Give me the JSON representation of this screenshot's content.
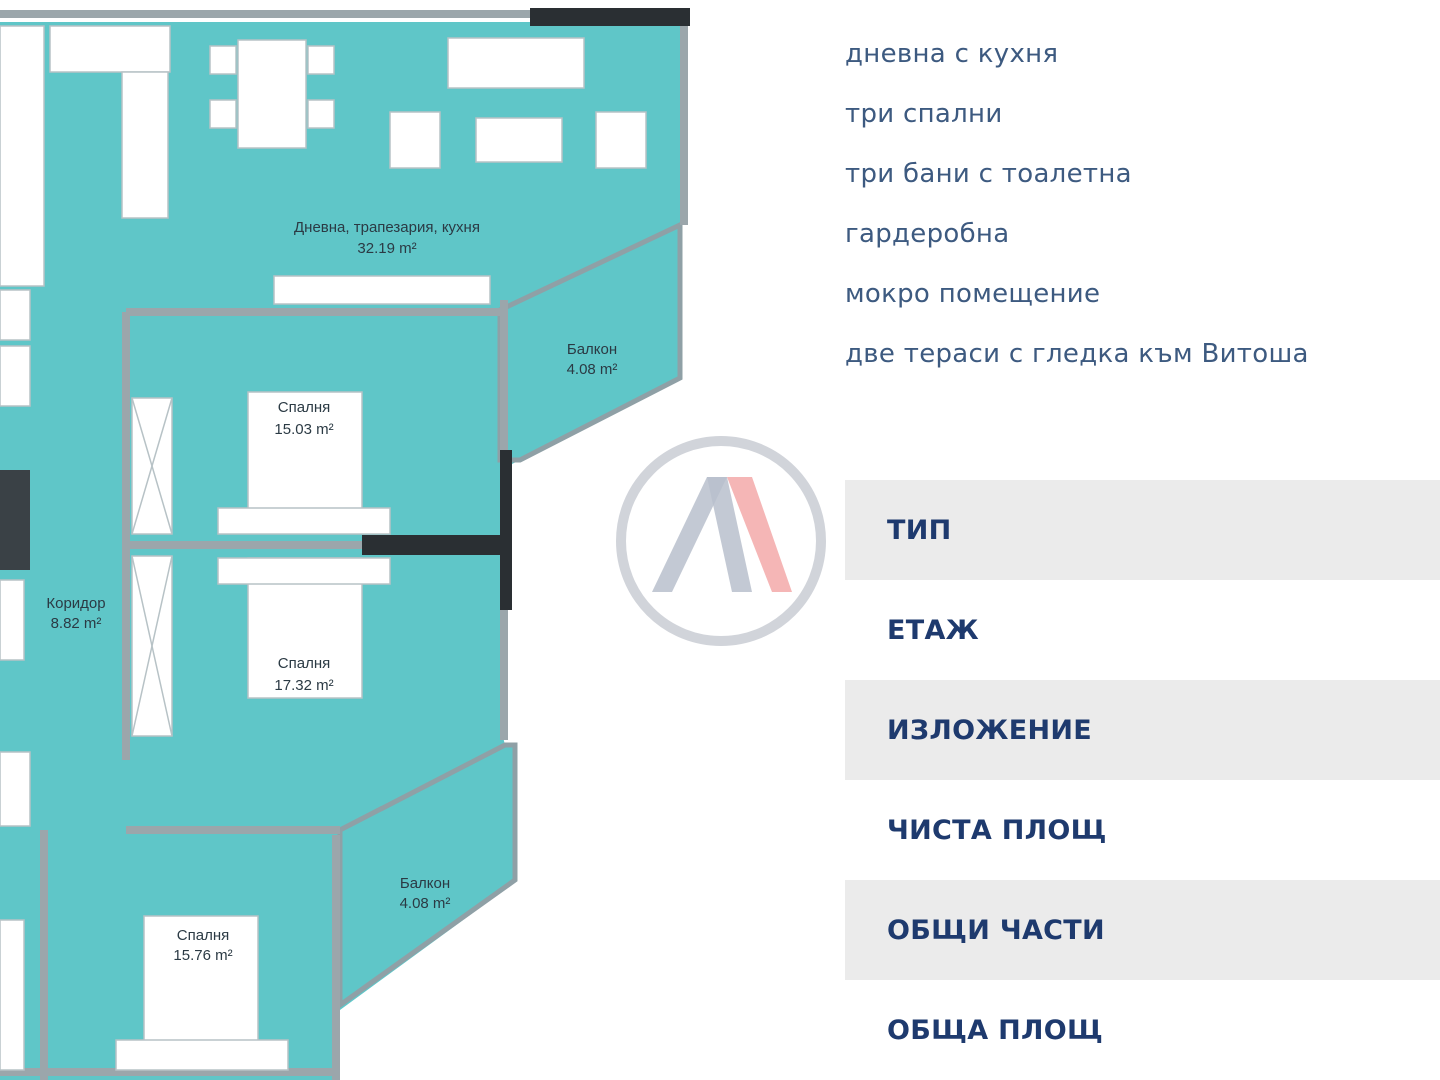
{
  "floor_plan": {
    "rooms": [
      {
        "id": "living",
        "name": "Дневна, трапезария, кухня",
        "area": "32.19 m²"
      },
      {
        "id": "balcony1",
        "name": "Балкон",
        "area": "4.08 m²"
      },
      {
        "id": "bedroom1",
        "name": "Спалня",
        "area": "15.03 m²"
      },
      {
        "id": "bedroom2",
        "name": "Спалня",
        "area": "17.32 m²"
      },
      {
        "id": "corridor",
        "name": "Коридор",
        "area": "8.82 m²"
      },
      {
        "id": "balcony2",
        "name": "Балкон",
        "area": "4.08 m²"
      },
      {
        "id": "bedroom3",
        "name": "Спалня",
        "area": "15.76 m²"
      }
    ]
  },
  "features": [
    "дневна с кухня",
    "три спални",
    "три бани с тоалетна",
    "гардеробна",
    "мокро помещение",
    "две тераси с гледка към Витоша"
  ],
  "properties": [
    {
      "label": "ТИП"
    },
    {
      "label": "ЕТАЖ"
    },
    {
      "label": "ИЗЛОЖЕНИЕ"
    },
    {
      "label": "ЧИСТА ПЛОЩ"
    },
    {
      "label": "ОБЩИ ЧАСТИ"
    },
    {
      "label": "ОБЩА ПЛОЩ"
    }
  ],
  "colors": {
    "floor": "#5fc6c8",
    "wall": "#9ba6ab",
    "accent_blue": "#3d5a80",
    "label_navy": "#1e3a6e",
    "logo_red": "#e24a4a",
    "logo_blue": "#2c4a86"
  }
}
